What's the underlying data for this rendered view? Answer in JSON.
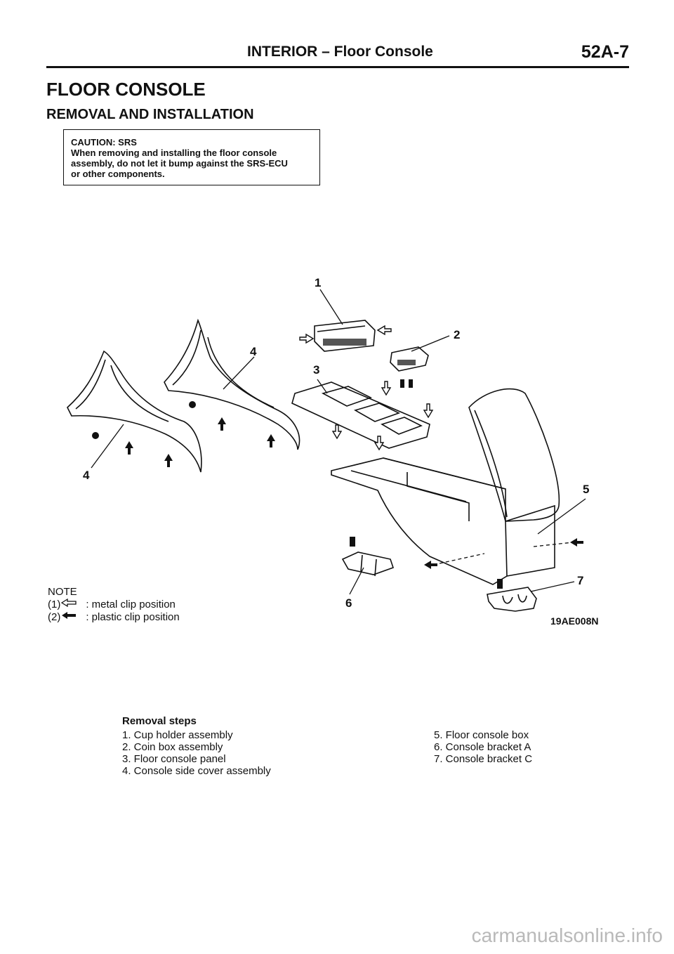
{
  "header": {
    "section_title": "INTERIOR – Floor Console",
    "page_number": "52A-7"
  },
  "title": "FLOOR CONSOLE",
  "subtitle": "REMOVAL AND INSTALLATION",
  "caution": {
    "title": "CAUTION: SRS",
    "lines": [
      "When removing and installing the floor console",
      "assembly, do not let it bump against the SRS-ECU",
      "or other components."
    ]
  },
  "callouts": {
    "c1": "1",
    "c2": "2",
    "c3": "3",
    "c4a": "4",
    "c4b": "4",
    "c5": "5",
    "c6": "6",
    "c7": "7"
  },
  "note": {
    "label": "NOTE",
    "items": [
      {
        "prefix": "(1)",
        "text": ": metal clip position",
        "icon": "outline-arrow-icon"
      },
      {
        "prefix": "(2)",
        "text": ": plastic clip position",
        "icon": "solid-arrow-icon"
      }
    ]
  },
  "figure_code": "19AE008N",
  "removal_steps": {
    "title": "Removal steps",
    "items": [
      "1. Cup holder assembly",
      "2. Coin box assembly",
      "3. Floor console panel",
      "4. Console side cover assembly",
      "5. Floor console box",
      "6. Console bracket A",
      "7. Console bracket C"
    ]
  },
  "watermark": "carmanualsonline.info"
}
